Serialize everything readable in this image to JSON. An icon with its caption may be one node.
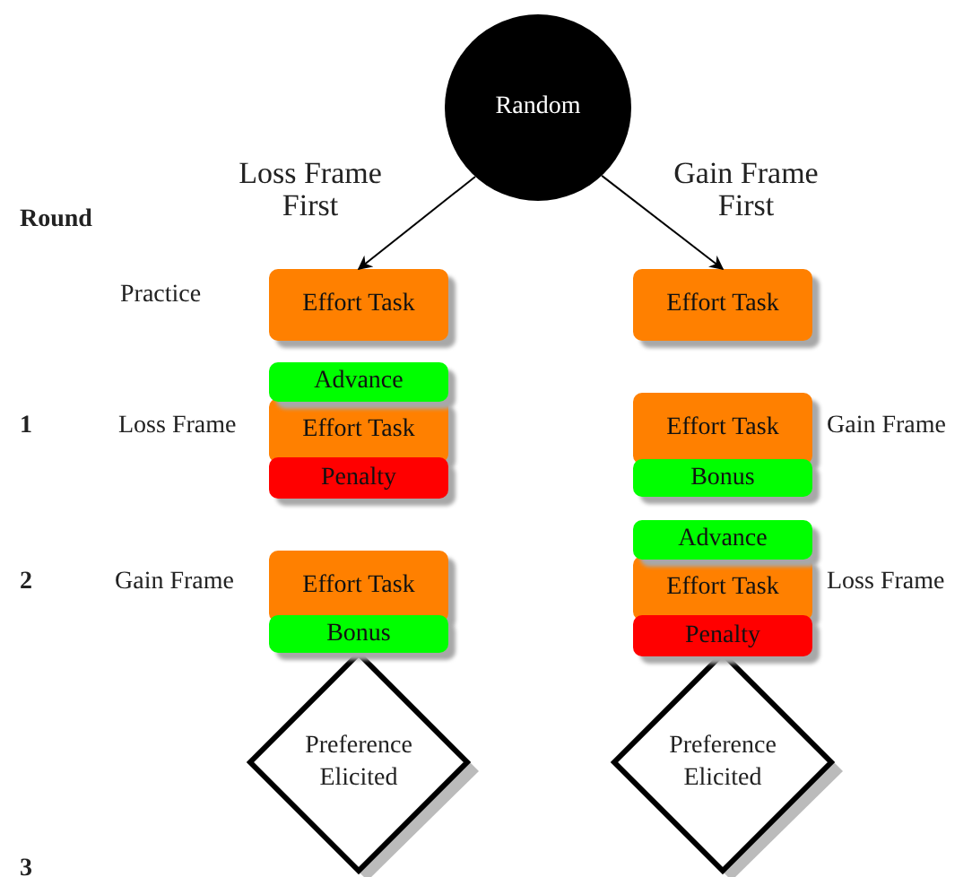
{
  "diagram": {
    "nodes": [
      {
        "text": [
          "Random"
        ]
      },
      {
        "text": [
          "Effort Task"
        ]
      },
      {
        "text": [
          "Effort Task"
        ]
      },
      {
        "text": [
          "Advance"
        ]
      },
      {
        "text": [
          "Effort Task"
        ]
      },
      {
        "text": [
          "Penalty"
        ]
      },
      {
        "text": [
          "Effort Task"
        ]
      },
      {
        "text": [
          "Bonus"
        ]
      },
      {
        "text": [
          "Advance"
        ]
      },
      {
        "text": [
          "Effort Task"
        ]
      },
      {
        "text": [
          "Penalty"
        ]
      },
      {
        "text": [
          "Effort Task"
        ]
      },
      {
        "text": [
          "Bonus"
        ]
      },
      {
        "text": [
          "Preference Elicited"
        ]
      },
      {
        "text": [
          "Preference Elicited"
        ]
      }
    ],
    "edges": [
      {
        "from": 0,
        "to": 1,
        "arrow": "to"
      },
      {
        "from": 0,
        "to": 2,
        "arrow": "to"
      }
    ],
    "labels": [
      "Loss Frame First",
      "Gain Frame First",
      "Round",
      "Practice",
      "1",
      "Loss Frame",
      "Gain Frame",
      "2",
      "Gain Frame",
      "Loss Frame",
      "3"
    ]
  }
}
